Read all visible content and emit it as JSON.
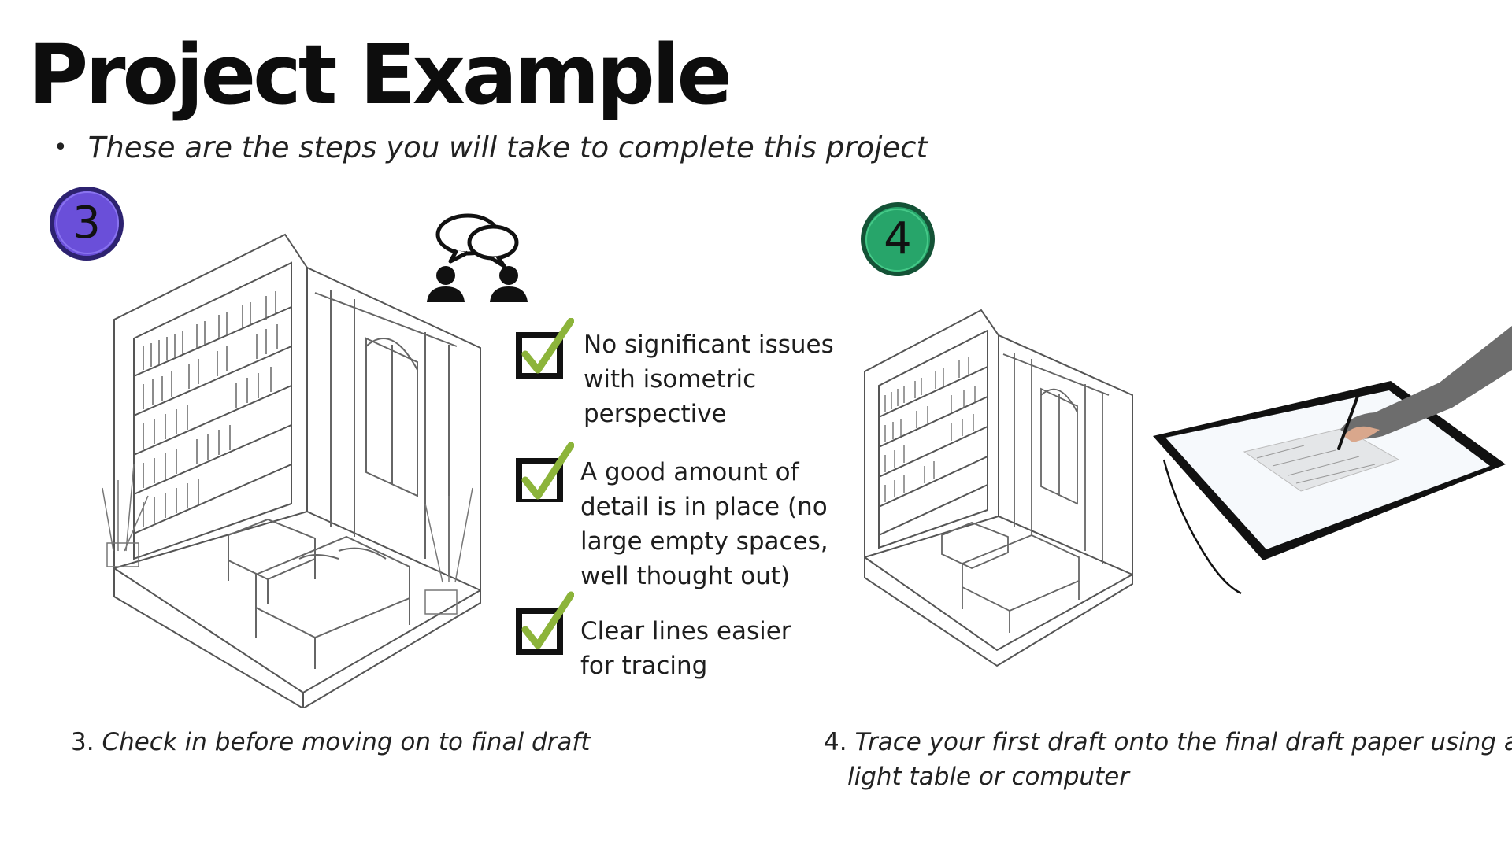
{
  "slide": {
    "title": "Project Example",
    "subtitle": "These are the steps you will take to complete this project",
    "bullet": "•"
  },
  "steps": [
    {
      "badge": "3",
      "badge_color": "#6a4fd9",
      "badge_ring": "#3a2d8f",
      "number": "3.",
      "caption": "Check in before moving on to final draft"
    },
    {
      "badge": "4",
      "badge_color": "#27a56a",
      "badge_ring": "#1a6b45",
      "number": "4.",
      "caption_line1": "Trace your first draft onto the final draft paper using a",
      "caption_line2": "light table or computer"
    }
  ],
  "checklist": [
    {
      "lines": [
        "No significant issues",
        "with isometric",
        "perspective"
      ]
    },
    {
      "lines": [
        "A good amount of",
        "detail is in place (no",
        "large empty spaces,",
        "well thought out)"
      ]
    },
    {
      "lines": [
        "Clear lines easier",
        "for tracing"
      ]
    }
  ],
  "icons": {
    "discussion": "discussion-icon",
    "check": "checkmark-icon",
    "lightbox": "light-table-icon"
  },
  "colors": {
    "check_green": "#8cb43a",
    "sketch_line": "#555555"
  }
}
